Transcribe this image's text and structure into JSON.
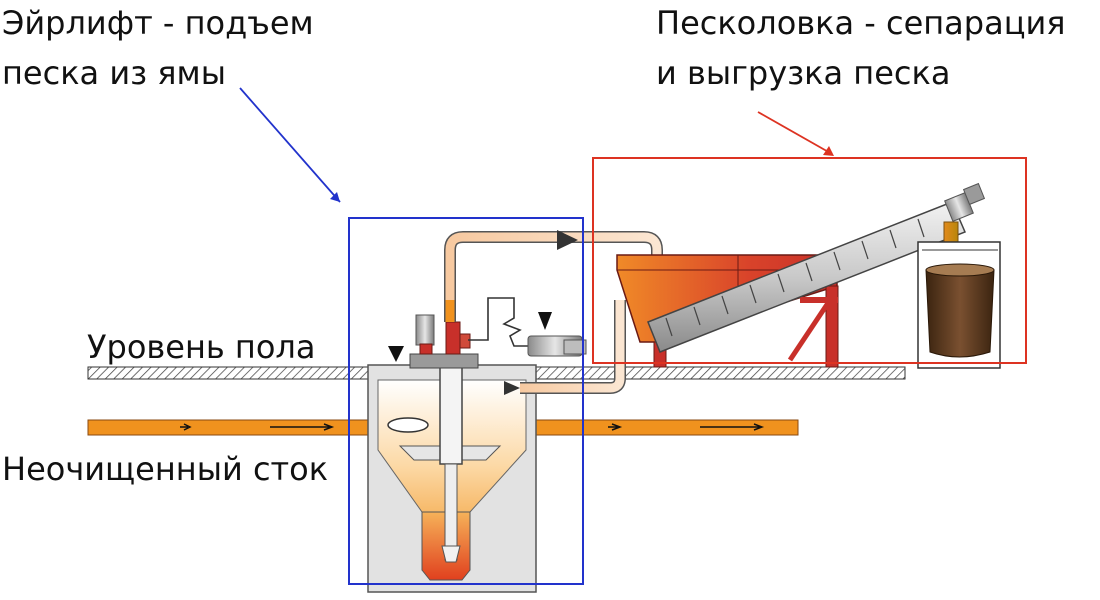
{
  "labels": {
    "airlift_line1": "Эйрлифт -  подъем",
    "airlift_line2": "песка из ямы",
    "separator_line1": "Песколовка - сепарация",
    "separator_line2": "и выгрузка песка",
    "floor_level": "Уровень пола",
    "raw_sewage": "Неочищенный сток"
  },
  "colors": {
    "airlift_frame": "#2233cc",
    "separator_frame": "#dd3322",
    "pipe_orange": "#f0921e",
    "equipment_red": "#c8302a",
    "pit_gray": "#e2e2e2",
    "screw_gray": "#d8d8d8",
    "sand_brown": "#5c3a1c"
  }
}
